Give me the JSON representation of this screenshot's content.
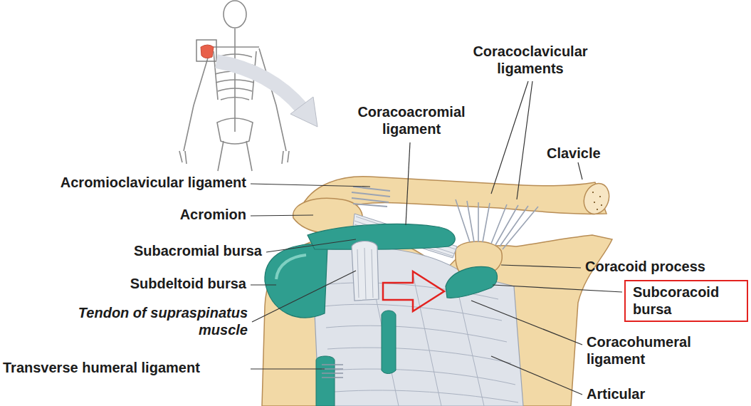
{
  "diagram": {
    "nodes": [
      {
        "text": [
          "Subcoracoid bursa"
        ]
      }
    ],
    "labels": [
      "Coracoclavicular ligaments",
      "Coracoacromial ligament",
      "Clavicle",
      "Acromioclavicular ligament",
      "Acromion",
      "Subacromial bursa",
      "Coracoid process",
      "Subdeltoid bursa",
      "Tendon of supraspinatus muscle",
      "Coracohumeral ligament",
      "Transverse humeral ligament",
      "Articular"
    ]
  }
}
